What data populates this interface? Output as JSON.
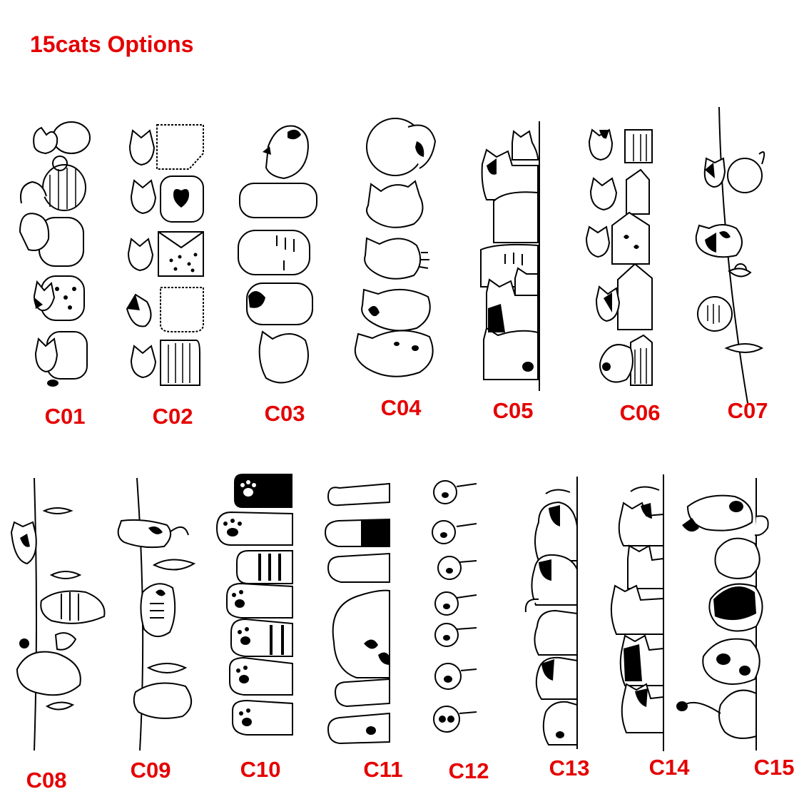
{
  "title": "15cats Options",
  "options": [
    {
      "code": "C01",
      "icon": "cats-in-mugs-strip"
    },
    {
      "code": "C02",
      "icon": "cats-in-pockets-strip"
    },
    {
      "code": "C03",
      "icon": "stacked-cats-strip"
    },
    {
      "code": "C04",
      "icon": "curled-cats-strip"
    },
    {
      "code": "C05",
      "icon": "peeking-cats-strip"
    },
    {
      "code": "C06",
      "icon": "cats-in-boxes-strip"
    },
    {
      "code": "C07",
      "icon": "cats-on-line-strip"
    },
    {
      "code": "C08",
      "icon": "cats-on-line-fish-strip"
    },
    {
      "code": "C09",
      "icon": "hanging-cats-strip"
    },
    {
      "code": "C10",
      "icon": "cat-paws-strip"
    },
    {
      "code": "C11",
      "icon": "cat-legs-strip"
    },
    {
      "code": "C12",
      "icon": "cat-paw-pads-strip"
    },
    {
      "code": "C13",
      "icon": "climbing-cats-strip"
    },
    {
      "code": "C14",
      "icon": "peeking-cats-pole-strip"
    },
    {
      "code": "C15",
      "icon": "sleeping-cats-strip"
    }
  ]
}
